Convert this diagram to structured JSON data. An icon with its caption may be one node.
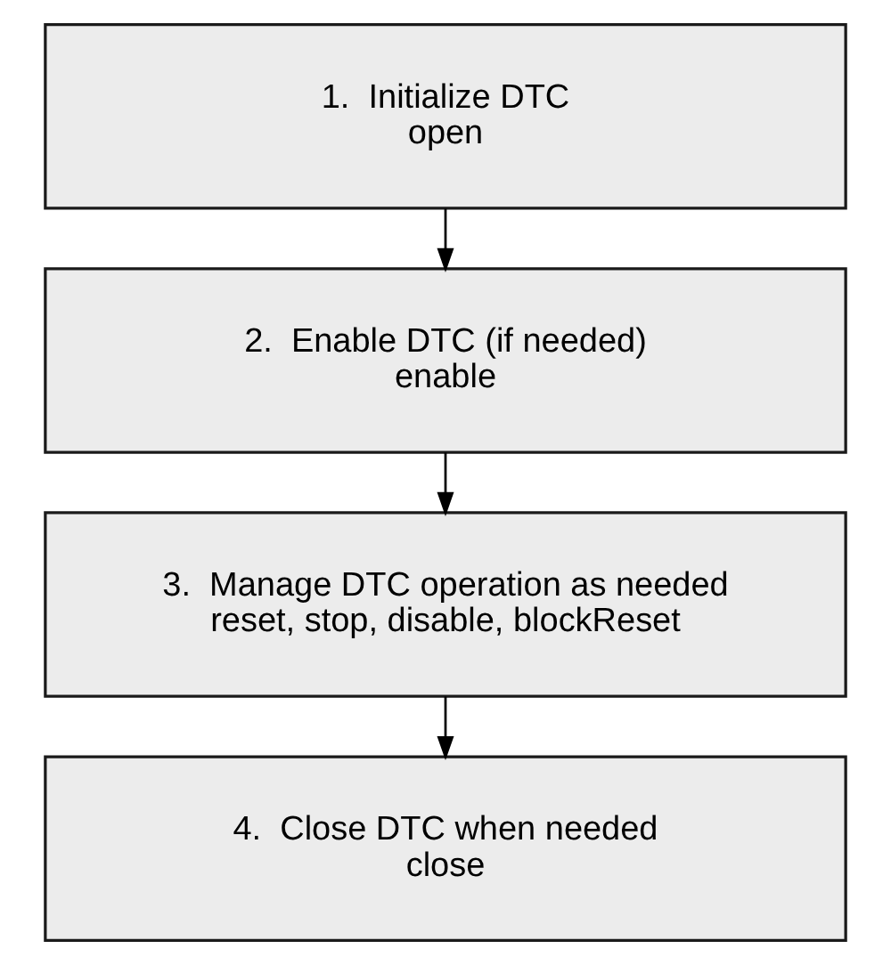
{
  "diagram": {
    "nodes": [
      {
        "text": [
          "1.  Initialize DTC",
          "open"
        ]
      },
      {
        "text": [
          "2.  Enable DTC (if needed)",
          "enable"
        ]
      },
      {
        "text": [
          "3.  Manage DTC operation as needed",
          "reset, stop, disable, blockReset"
        ]
      },
      {
        "text": [
          "4.  Close DTC when needed",
          "close"
        ]
      }
    ],
    "edges": [
      {
        "from": 0,
        "to": 1,
        "arrow": "to"
      },
      {
        "from": 1,
        "to": 2,
        "arrow": "to"
      },
      {
        "from": 2,
        "to": 3,
        "arrow": "to"
      }
    ]
  }
}
